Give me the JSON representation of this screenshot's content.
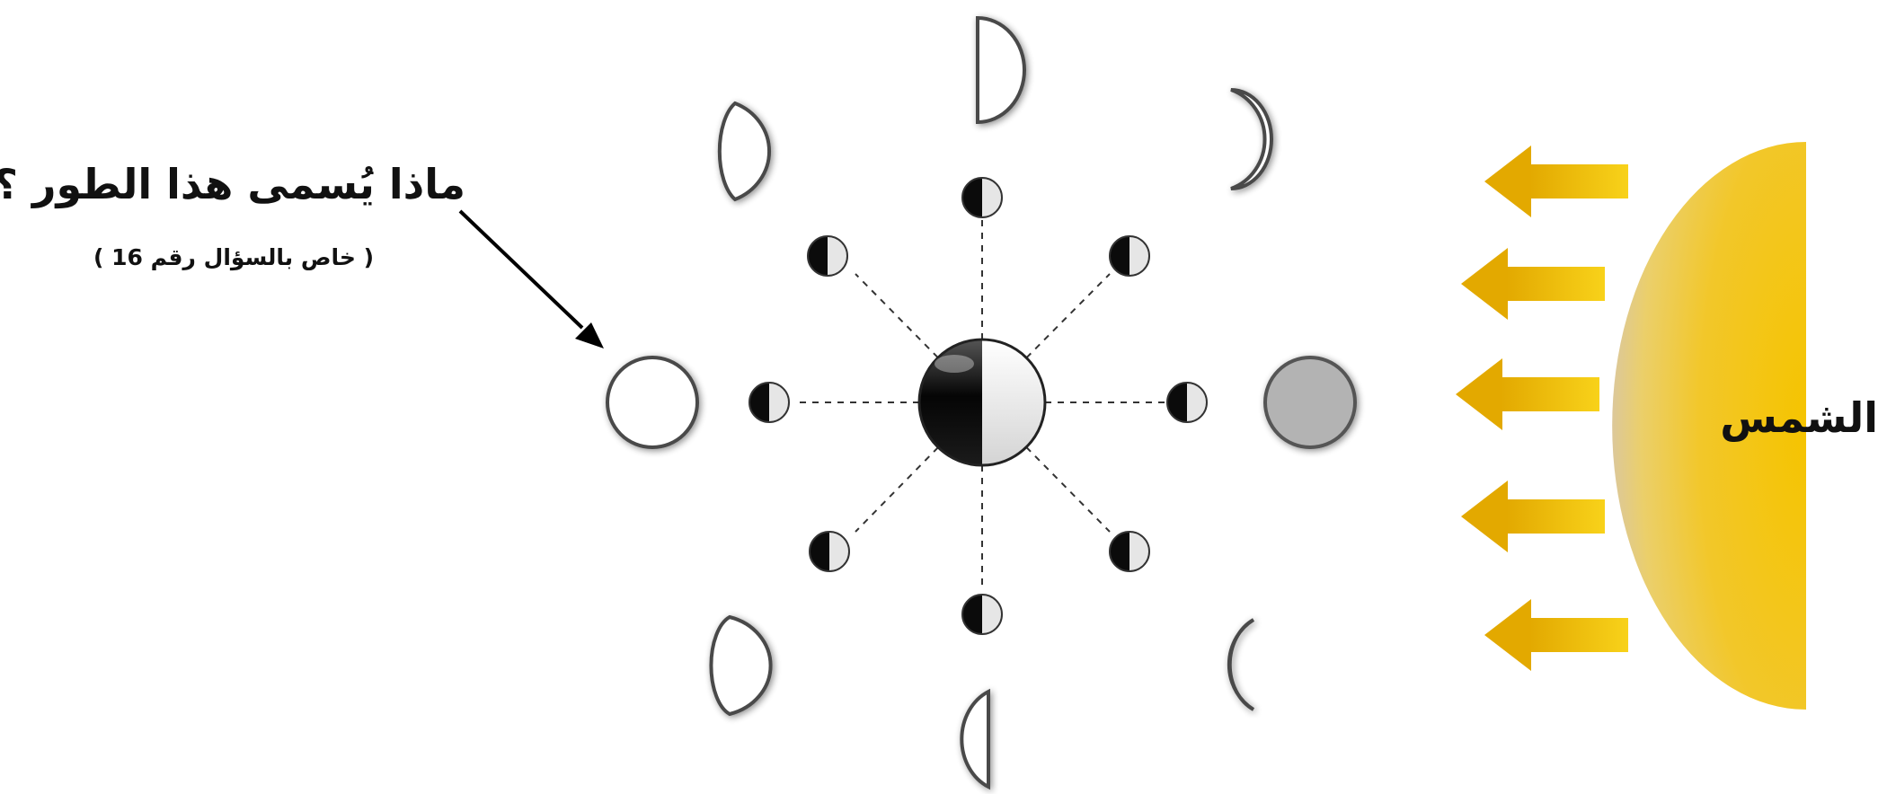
{
  "question": "ماذا يُسمى هذا الطور ؟",
  "question_note": "( خاص بالسؤال رقم 16 )",
  "sun_label": "الشمس",
  "colors": {
    "sun": "#f1c21b",
    "arrow": "#e8b300",
    "moon_outline": "#5a5a5a",
    "full_moon_fill": "#ffffff",
    "new_moon_fill": "#b3b3b3",
    "earth_dark": "#0a0a0a",
    "earth_light": "#e9e9e9"
  },
  "phases": [
    {
      "name": "new-moon",
      "icon": "gray-disc-icon"
    },
    {
      "name": "waxing-crescent",
      "icon": "crescent-icon"
    },
    {
      "name": "first-quarter",
      "icon": "half-disc-icon"
    },
    {
      "name": "waxing-gibbous",
      "icon": "gibbous-icon"
    },
    {
      "name": "full-moon",
      "icon": "white-disc-icon"
    },
    {
      "name": "waning-gibbous",
      "icon": "gibbous-icon"
    },
    {
      "name": "last-quarter",
      "icon": "half-disc-icon"
    },
    {
      "name": "waning-crescent",
      "icon": "crescent-icon"
    }
  ]
}
